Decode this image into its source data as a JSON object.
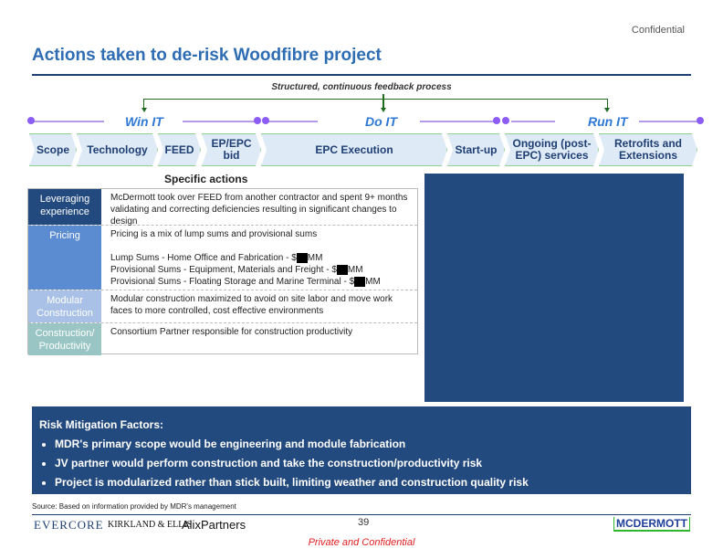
{
  "header": {
    "confidential": "Confidential",
    "title": "Actions taken to de-risk Woodfibre project"
  },
  "process": {
    "caption": "Structured, continuous feedback process",
    "phases": [
      "Win IT",
      "Do IT",
      "Run IT"
    ],
    "steps": [
      "Scope",
      "Technology",
      "FEED",
      "EP/EPC bid",
      "EPC Execution",
      "Start-up",
      "Ongoing (post-EPC) services",
      "Retrofits and Extensions"
    ]
  },
  "actions": {
    "heading": "Specific actions",
    "rows": [
      {
        "label": "Leveraging experience",
        "color": "#234a7e",
        "text": "McDermott took over FEED from another contractor and spent 9+ months validating and correcting deficiencies resulting in significant changes to design"
      },
      {
        "label": "Pricing",
        "color": "#5b8bd0",
        "text": "Pricing is a mix of lump sums and provisional sums",
        "lines": [
          "Lump Sums - Home Office and Fabrication - $",
          "Provisional Sums - Equipment, Materials and Freight - $",
          "Provisional Sums - Floating Storage and Marine Terminal - $"
        ],
        "unit": "MM"
      },
      {
        "label": "Modular Construction",
        "color": "#a9c1e6",
        "text": "Modular construction maximized to avoid on site labor and move work faces to more controlled, cost effective environments"
      },
      {
        "label": "Construction/ Productivity",
        "color": "#99c6c4",
        "text": "Consortium Partner responsible for construction productivity"
      }
    ]
  },
  "risk": {
    "title": "Risk Mitigation Factors:",
    "items": [
      "MDR's primary scope would be engineering and module fabrication",
      "JV partner would perform construction and take the construction/productivity risk",
      "Project is modularized rather than stick built, limiting weather and construction quality risk"
    ]
  },
  "footer": {
    "source": "Source: Based on information provided by MDR's management",
    "logos": [
      "EVERCORE",
      "KIRKLAND & ELLIS",
      "AlixPartners",
      "MCDERMOTT"
    ],
    "page": "39",
    "private": "Private and Confidential"
  }
}
